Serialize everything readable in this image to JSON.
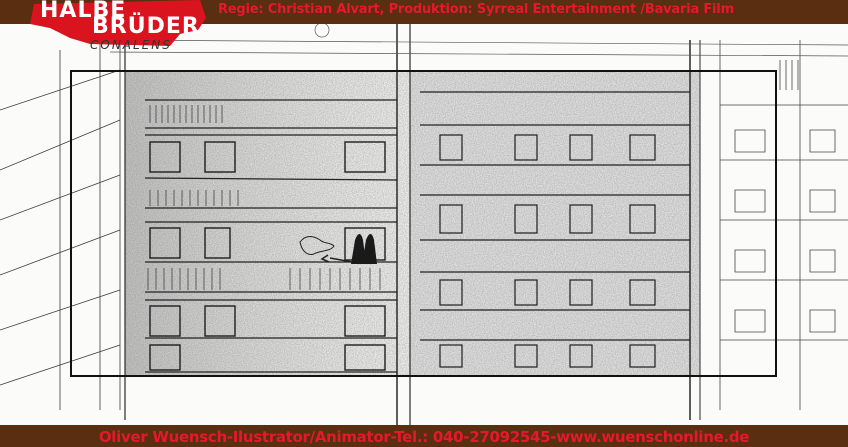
{
  "header": {
    "credits": "Regie: Christian Alvart, Produktion: Syrreal Entertainment /Bavaria Film",
    "credits_color": "#e8182c"
  },
  "logo": {
    "line1": "HALBE",
    "line2": "BRÜDER",
    "line3": "CONALENS",
    "color": "#d9141f"
  },
  "footer": {
    "text": "Oliver Wuensch-Ilustrator/Animator-Tel.: 040-27092545-www.wuenschonline.de",
    "color": "#e8182c"
  },
  "colors": {
    "bar": "#5a2e10",
    "pencil": "#2b2b2b"
  }
}
